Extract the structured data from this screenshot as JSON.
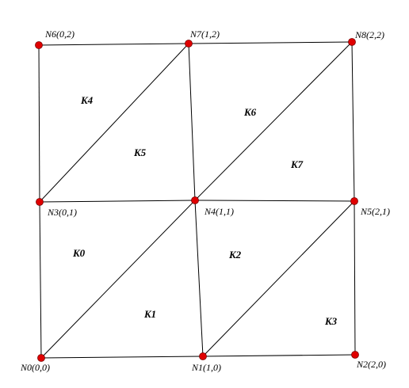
{
  "nodes": [
    {
      "id": "N0",
      "label": "N0(0,0)"
    },
    {
      "id": "N1",
      "label": "N1(1,0)"
    },
    {
      "id": "N2",
      "label": "N2(2,0)"
    },
    {
      "id": "N3",
      "label": "N3(0,1)"
    },
    {
      "id": "N4",
      "label": "N4(1,1)"
    },
    {
      "id": "N5",
      "label": "N5(2,1)"
    },
    {
      "id": "N6",
      "label": "N6(0,2)"
    },
    {
      "id": "N7",
      "label": "N7(1,2)"
    },
    {
      "id": "N8",
      "label": "N8(2,2)"
    }
  ],
  "elements": [
    {
      "id": "K0",
      "label": "K0",
      "nodes": [
        "N0",
        "N4",
        "N3"
      ]
    },
    {
      "id": "K1",
      "label": "K1",
      "nodes": [
        "N0",
        "N1",
        "N4"
      ]
    },
    {
      "id": "K2",
      "label": "K2",
      "nodes": [
        "N1",
        "N5",
        "N4"
      ]
    },
    {
      "id": "K3",
      "label": "K3",
      "nodes": [
        "N1",
        "N2",
        "N5"
      ]
    },
    {
      "id": "K4",
      "label": "K4",
      "nodes": [
        "N3",
        "N7",
        "N6"
      ]
    },
    {
      "id": "K5",
      "label": "K5",
      "nodes": [
        "N3",
        "N4",
        "N7"
      ]
    },
    {
      "id": "K6",
      "label": "K6",
      "nodes": [
        "N4",
        "N8",
        "N7"
      ]
    },
    {
      "id": "K7",
      "label": "K7",
      "nodes": [
        "N4",
        "N5",
        "N8"
      ]
    }
  ],
  "colors": {
    "edge": "#000000",
    "node_fill": "#e00000",
    "background": "#ffffff"
  }
}
